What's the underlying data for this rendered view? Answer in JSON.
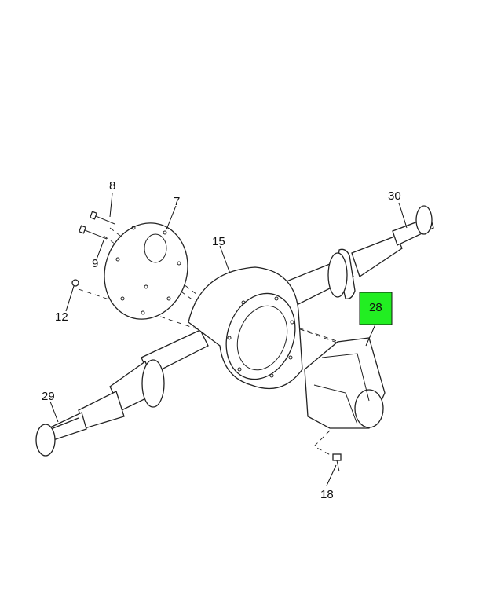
{
  "diagram": {
    "callouts": [
      {
        "id": "c8",
        "label": "8"
      },
      {
        "id": "c7",
        "label": "7"
      },
      {
        "id": "c9",
        "label": "9"
      },
      {
        "id": "c15",
        "label": "15"
      },
      {
        "id": "c30",
        "label": "30"
      },
      {
        "id": "c12",
        "label": "12"
      },
      {
        "id": "c28",
        "label": "28",
        "highlighted": true
      },
      {
        "id": "c29",
        "label": "29"
      },
      {
        "id": "c18",
        "label": "18"
      }
    ],
    "highlight_color": "#22ee22"
  }
}
